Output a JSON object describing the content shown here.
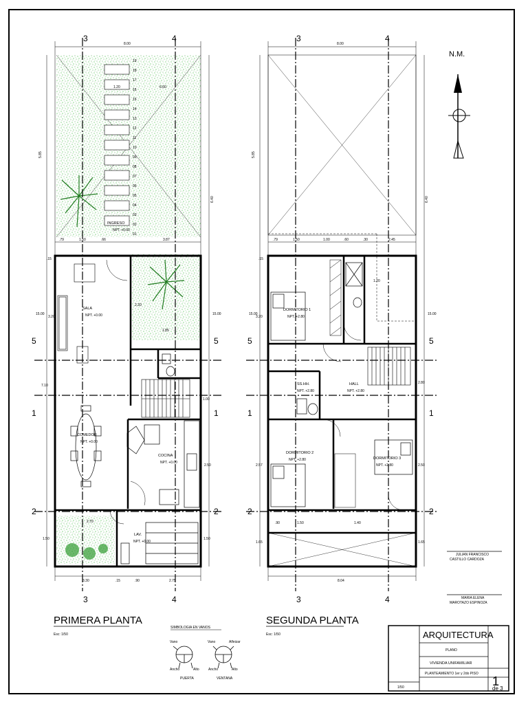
{
  "north": {
    "label": "N.M."
  },
  "plans": [
    {
      "title": "PRIMERA PLANTA",
      "scale": "Esc: 1/50",
      "axes": {
        "top": [
          "3",
          "4"
        ],
        "bottom": [
          "3",
          "4"
        ],
        "left": [
          "5",
          "1",
          "2"
        ],
        "right": [
          "5",
          "1",
          "2"
        ]
      },
      "rooms": [
        {
          "name": "INGRESO",
          "level": "NPT. +0.00"
        },
        {
          "name": "SALA",
          "level": "NPT. +0.00"
        },
        {
          "name": "COMEDOR",
          "level": "NPT. +0.00"
        },
        {
          "name": "COCINA",
          "level": "NPT. +0.00"
        },
        {
          "name": "LAV.",
          "level": "NPT. +0.00"
        }
      ],
      "dims": {
        "top_total": "8.00",
        "d120": "1.20",
        "d660": "6.60",
        "left_585": "5.85",
        "right_640": "6.40",
        "d079": ".79",
        "d150": "1.50",
        "d066": ".66",
        "d387": "3.87",
        "left_1500": "15.00",
        "right_1500": "15.00",
        "d220": "2.20",
        "d320": "3.20",
        "d710": "7.10",
        "d100": "1.00",
        "d250": "2.50",
        "d150b": "1.50",
        "d015": ".15",
        "bot_330": "3.30",
        "bot_275": "2.75",
        "bot_090": ".90",
        "bot_015": ".15",
        "mid_270": "2.70",
        "mid_185": "1.85",
        "stairs": [
          "19",
          "18",
          "17",
          "16",
          "15",
          "14",
          "13",
          "12",
          "11",
          "10",
          "09",
          "08",
          "07",
          "06",
          "05",
          "04",
          "03",
          "02",
          "01"
        ]
      }
    },
    {
      "title": "SEGUNDA PLANTA",
      "scale": "Esc: 1/50",
      "axes": {
        "top": [
          "3",
          "4"
        ],
        "bottom": [
          "3",
          "4"
        ],
        "left": [
          "5",
          "1",
          "2"
        ],
        "right": [
          "5",
          "1",
          "2"
        ]
      },
      "rooms": [
        {
          "name": "DORMITORIO 1",
          "level": "NPT. +2.80"
        },
        {
          "name": "SS.HH.",
          "level": "NPT. +2.80"
        },
        {
          "name": "HALL",
          "level": "NPT. +2.80"
        },
        {
          "name": "DORMITORIO 2",
          "level": "NPT. +2.80"
        },
        {
          "name": "DORMITORIO 3",
          "level": "NPT. +2.80"
        }
      ],
      "dims": {
        "top_total": "8.00",
        "left_585": "5.85",
        "right_640": "6.40",
        "d079": ".79",
        "d150": "1.50",
        "d100": "1.00",
        "d060": ".60",
        "d030": ".30",
        "d245": "2.45",
        "d120": "1.20",
        "left_1500": "15.00",
        "right_1500": "15.00",
        "d320": "3.20",
        "d280": "2.80",
        "d257": "2.57",
        "d250": "2.50",
        "d165": "1.65",
        "d140": "1.40",
        "bot_total": "8.04",
        "d015": ".15",
        "d090": ".90"
      }
    }
  ],
  "symbology": {
    "title": "SIMBOLOGIA EN VANOS",
    "door": {
      "label": "PUERTA",
      "vano": "Vano",
      "ancho": "Ancho",
      "alto": "Alto"
    },
    "window": {
      "label": "VENTANA",
      "vano": "Vano",
      "alfeizar": "Alfeizar",
      "ancho": "Ancho",
      "alto": "Alto"
    }
  },
  "signatures": [
    {
      "line1": "JULIAN FRANCISCO",
      "line2": "CASTILLO CARDOZA"
    },
    {
      "line1": "MARIA ELENA",
      "line2": "MAROTAZO ESPINOZA"
    }
  ],
  "title_block": {
    "discipline": "ARQUITECTURA",
    "small": "PLANO",
    "project": "VIVIENDA UNIFAMILIAR",
    "sheet_desc": "PLANTEAMIENTO 1er y 2do PISO",
    "scale": "1/50",
    "sheet_number": "1",
    "sheet_of": "de 3"
  },
  "colors": {
    "line": "#000000",
    "green": "#2e9b2e",
    "grass": "#3fbf3f",
    "bg": "#ffffff"
  }
}
